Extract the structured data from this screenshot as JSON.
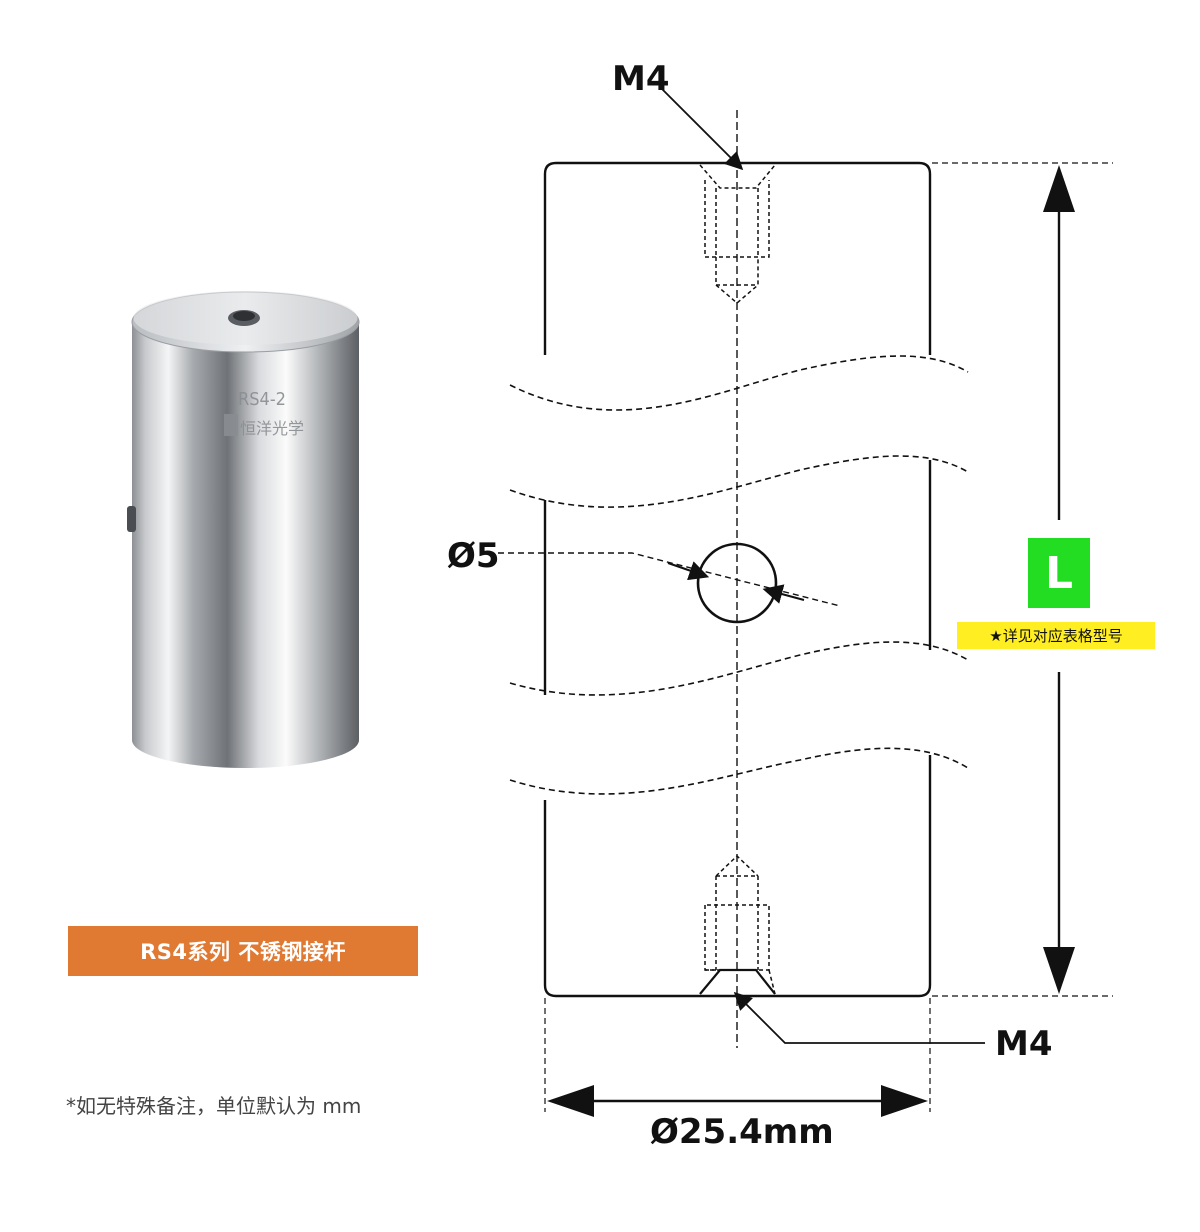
{
  "product": {
    "engraving_model": "RS4-2",
    "engraving_brand": "恒洋光学",
    "series_label": "RS4系列  不锈钢接杆"
  },
  "note": "*如无特殊备注，单位默认为 mm",
  "drawing": {
    "top_thread": "M4",
    "bottom_thread": "M4",
    "side_hole": "Ø5",
    "diameter": "Ø25.4mm",
    "length_label": "L",
    "length_note": "★详见对应表格型号"
  },
  "colors": {
    "series_badge": "#e07a33",
    "length_badge": "#22dd22",
    "length_note_bg": "#ffee22"
  }
}
